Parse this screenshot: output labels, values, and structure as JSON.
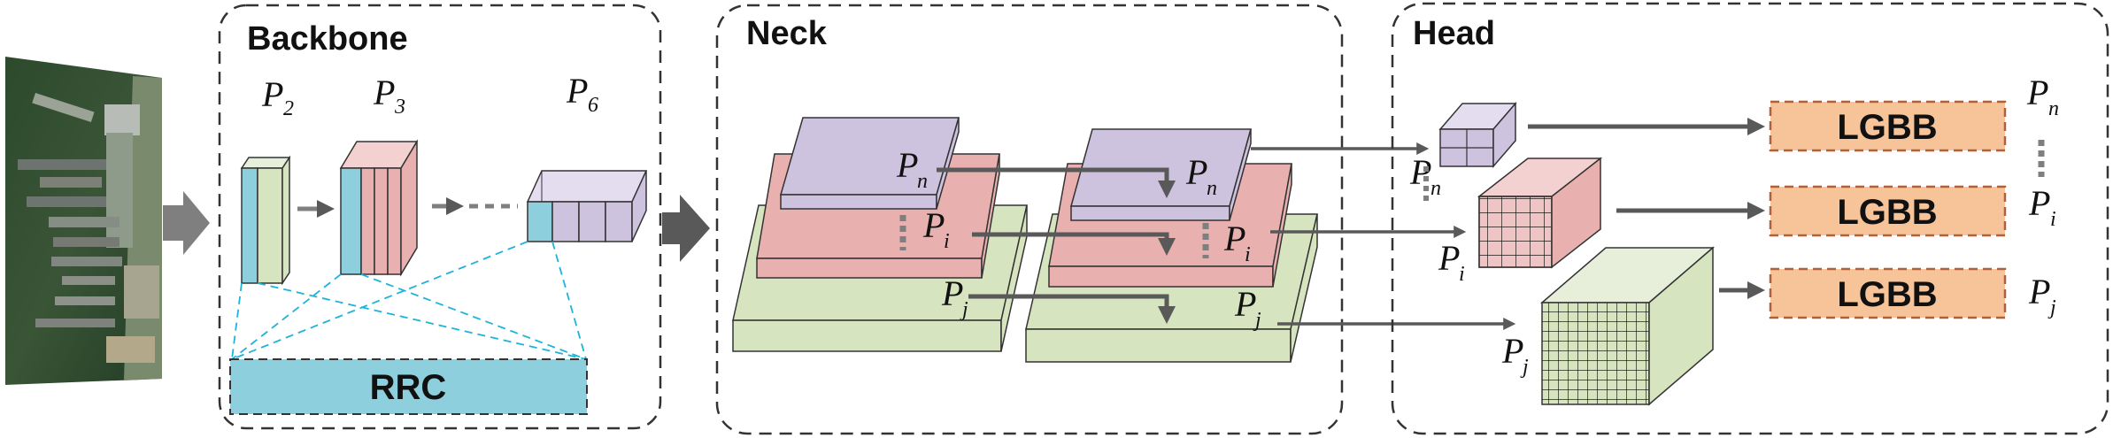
{
  "sections": {
    "backbone": "Backbone",
    "neck": "Neck",
    "head": "Head"
  },
  "labels": {
    "p2": "P",
    "p2_sub": "2",
    "p3": "P",
    "p3_sub": "3",
    "p6": "P",
    "p6_sub": "6",
    "rrc": "RRC",
    "lgbb": "LGBB",
    "p": "P",
    "n": "n",
    "i": "i",
    "j": "j"
  },
  "colors": {
    "purple": "#cdc3df",
    "pink": "#e8b1b0",
    "green": "#d6e4bf",
    "cyan": "#8ecfdd",
    "orange": "#f6c498",
    "arrow": "#595959",
    "grid_line": "#000000",
    "dashed_line": "#1fb3d8"
  }
}
